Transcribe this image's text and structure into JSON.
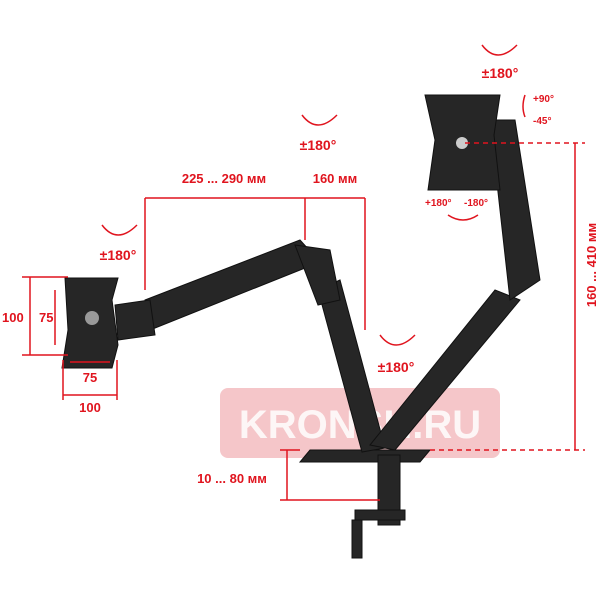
{
  "colors": {
    "accent": "#e0141e",
    "arm": "#262626",
    "watermark_bg": "#f2b8bc"
  },
  "watermark": "KRONSH.RU",
  "rotation_labels": {
    "top_right": "±180°",
    "middle": "±180°",
    "left": "±180°",
    "bottom": "±180°"
  },
  "tilt": {
    "up": "+90°",
    "down": "-45°"
  },
  "swivel": {
    "plus": "+180°",
    "minus": "-180°"
  },
  "dimensions": {
    "arm_extension": "225 ... 290 мм",
    "arm_segment": "160 мм",
    "height_range": "160 ... 410 мм",
    "desk_thickness": "10 ... 80 мм",
    "vesa_outer_h": "100",
    "vesa_inner_h": "75",
    "vesa_inner_w": "75",
    "vesa_outer_w": "100"
  }
}
